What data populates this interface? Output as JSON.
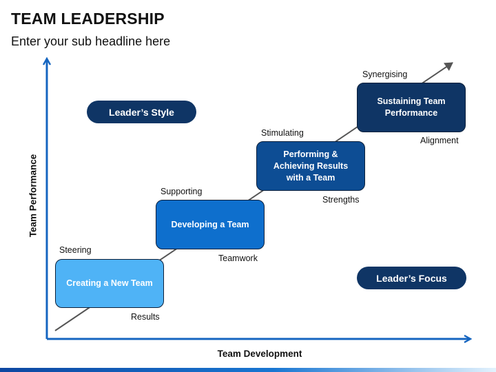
{
  "header": {
    "title": "TEAM LEADERSHIP",
    "subtitle": "Enter your sub headline here"
  },
  "axes": {
    "y_label": "Team Performance",
    "x_label": "Team Development",
    "color": "#1565c0"
  },
  "stages": [
    {
      "label": "Creating a New Team",
      "above": "Steering",
      "below": "Results",
      "color": "#4fb3f6"
    },
    {
      "label": "Developing a Team",
      "above": "Supporting",
      "below": "Teamwork",
      "color": "#0e6fcd"
    },
    {
      "label": "Performing & Achieving Results with a Team",
      "above": "Stimulating",
      "below": "Strengths",
      "color": "#0d4d94"
    },
    {
      "label": "Sustaining Team Performance",
      "above": "Synergising",
      "below": "Alignment",
      "color": "#0f3565"
    }
  ],
  "pills": {
    "leaders_style": "Leader’s Style",
    "leaders_focus": "Leader’s Focus"
  }
}
